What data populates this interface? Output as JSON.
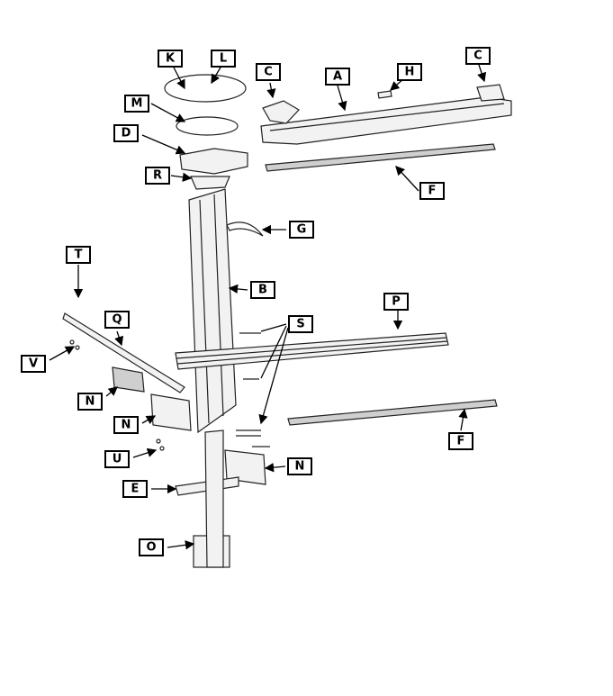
{
  "labels": {
    "K": "K",
    "L": "L",
    "C1": "C",
    "A": "A",
    "H": "H",
    "C2": "C",
    "M": "M",
    "D": "D",
    "R": "R",
    "G": "G",
    "F1": "F",
    "T": "T",
    "B": "B",
    "P": "P",
    "S": "S",
    "Q": "Q",
    "V": "V",
    "N1": "N",
    "N2": "N",
    "U": "U",
    "F2": "F",
    "N3": "N",
    "E": "E",
    "O": "O"
  }
}
